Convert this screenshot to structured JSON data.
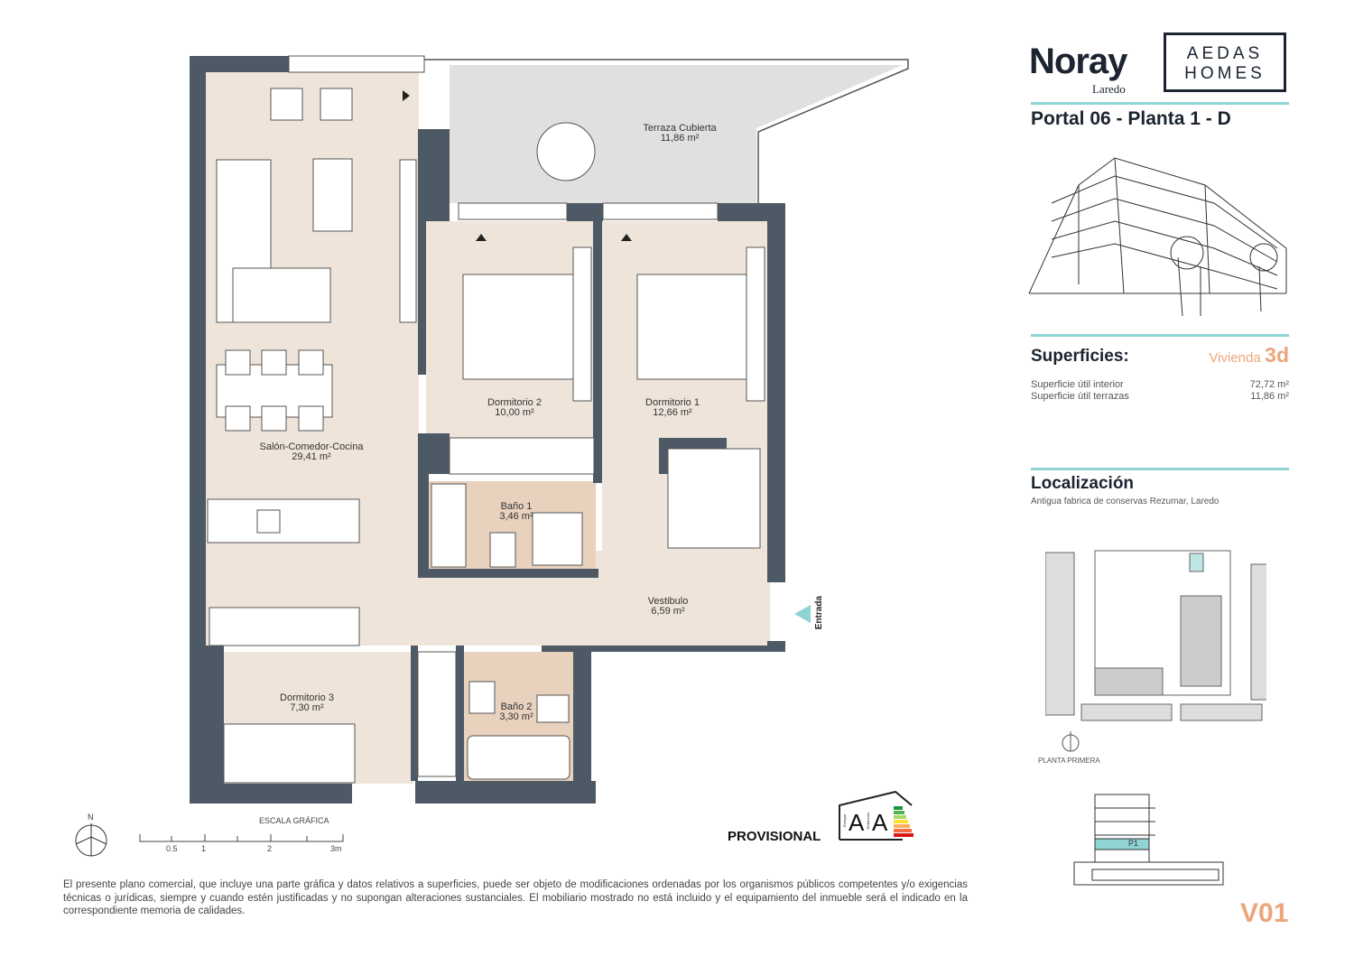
{
  "brand": {
    "project": "Noray",
    "location": "Laredo",
    "developer_line1": "AEDAS",
    "developer_line2": "HOMES"
  },
  "unit_title": "Portal 06 - Planta 1 - D",
  "surfaces": {
    "heading": "Superficies:",
    "unit_label": "Vivienda",
    "unit_type": "3d",
    "rows": [
      {
        "label": "Superficie útil interior",
        "value": "72,72 m²"
      },
      {
        "label": "Superficie útil terrazas",
        "value": "11,86 m²"
      }
    ]
  },
  "location": {
    "heading": "Localización",
    "address": "Antigua fabrica de conservas Rezumar, Laredo",
    "floor_label": "PLANTA PRIMERA",
    "section_label": "P1"
  },
  "rooms": [
    {
      "name": "Terraza Cubierta",
      "area": "11,86 m²"
    },
    {
      "name": "Salón-Comedor-Cocina",
      "area": "29,41 m²"
    },
    {
      "name": "Dormitorio 2",
      "area": "10,00 m²"
    },
    {
      "name": "Dormitorio 1",
      "area": "12,66 m²"
    },
    {
      "name": "Baño 1",
      "area": "3,46 m²"
    },
    {
      "name": "Vestibulo",
      "area": "6,59 m²"
    },
    {
      "name": "Dormitorio 3",
      "area": "7,30 m²"
    },
    {
      "name": "Baño 2",
      "area": "3,30 m²"
    }
  ],
  "entrance_label": "Entrada",
  "compass_label": "N",
  "scale": {
    "title": "ESCALA GRÁFICA",
    "ticks": [
      "0.5",
      "1",
      "2",
      "3m"
    ]
  },
  "energy": {
    "status": "PROVISIONAL",
    "energy_rating": "A",
    "emissions_rating": "A",
    "energy_word": "Energía",
    "emissions_word": "Emisiones"
  },
  "disclaimer": "El presente plano comercial, que incluye una parte gráfica y datos relativos a superficies, puede ser objeto de modificaciones ordenadas por los organismos públicos competentes y/o exigencias técnicas o jurídicas, siempre y cuando estén justificadas y no supongan alteraciones sustanciales. El mobiliario mostrado no está incluido y el equipamiento del inmueble será el indicado en la correspondiente memoria de calidades.",
  "version": "V01",
  "colors": {
    "wall": "#4e5966",
    "room": "#efe4da",
    "bath": "#e8d1bd",
    "terrace": "#e0e0e0",
    "accent": "#8fd3d3",
    "orange": "#eda57a"
  }
}
